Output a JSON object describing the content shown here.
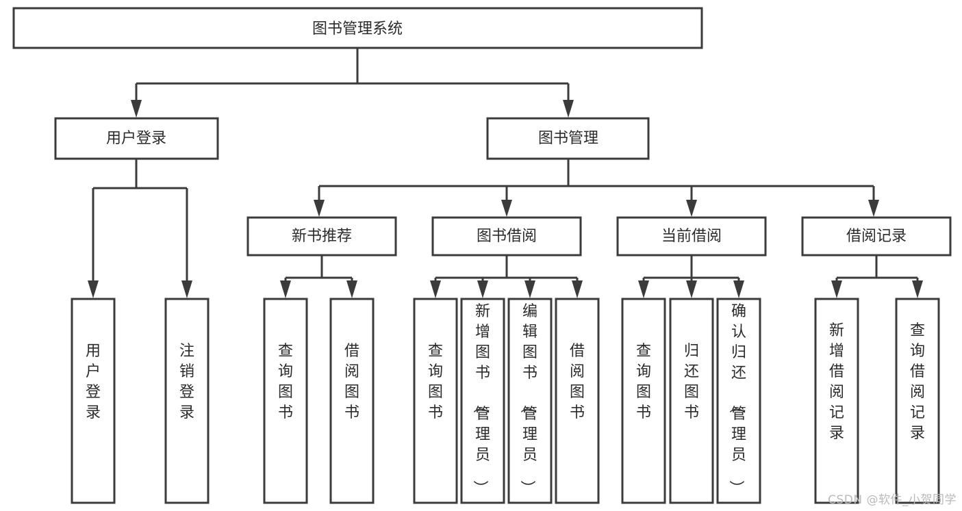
{
  "diagram": {
    "type": "tree-hierarchy",
    "orientation": "top-down",
    "title": "图书管理系统",
    "colors": {
      "background": "#ffffff",
      "box_fill": "#ffffff",
      "box_stroke": "#3b3b3b",
      "connector": "#3b3b3b",
      "label_text": "#2b2b2b",
      "watermark": "#b9b9b9"
    },
    "nodes": {
      "root": {
        "label": "图书管理系统"
      },
      "level2": [
        {
          "id": "user-login",
          "label": "用户登录"
        },
        {
          "id": "book-management",
          "label": "图书管理"
        }
      ],
      "level3": [
        {
          "id": "new-book-recommend",
          "label": "新书推荐"
        },
        {
          "id": "book-borrow",
          "label": "图书借阅"
        },
        {
          "id": "current-borrow",
          "label": "当前借阅"
        },
        {
          "id": "borrow-record",
          "label": "借阅记录"
        }
      ],
      "leaves": {
        "user-login": [
          {
            "id": "leaf-user-login",
            "label": "用户登录"
          },
          {
            "id": "leaf-logout-login",
            "label": "注销登录"
          }
        ],
        "new-book-recommend": [
          {
            "id": "leaf-query-book-1",
            "label": "查询图书"
          },
          {
            "id": "leaf-borrow-book-1",
            "label": "借阅图书"
          }
        ],
        "book-borrow": [
          {
            "id": "leaf-query-book-2",
            "label": "查询图书"
          },
          {
            "id": "leaf-add-book",
            "label": "新增图书（管理员）"
          },
          {
            "id": "leaf-edit-book",
            "label": "编辑图书（管理员）"
          },
          {
            "id": "leaf-borrow-book-2",
            "label": "借阅图书"
          }
        ],
        "current-borrow": [
          {
            "id": "leaf-query-book-3",
            "label": "查询图书"
          },
          {
            "id": "leaf-return-book",
            "label": "归还图书"
          },
          {
            "id": "leaf-confirm-return",
            "label": "确认归还（管理员）"
          }
        ],
        "borrow-record": [
          {
            "id": "leaf-add-record",
            "label": "新增借阅记录"
          },
          {
            "id": "leaf-query-record",
            "label": "查询借阅记录"
          }
        ]
      }
    },
    "watermark": "CSDN @软件_小贺同学"
  }
}
